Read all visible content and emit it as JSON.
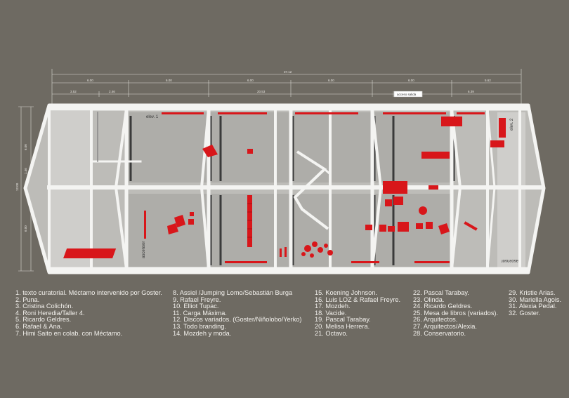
{
  "dimensions": {
    "total": "37.12",
    "top_row": [
      "6.00",
      "6.00",
      "6.00",
      "6.00",
      "6.00",
      "5.62"
    ],
    "second_row": [
      "3.52",
      "2.46",
      "20.53",
      "acceso salida",
      "6.39"
    ],
    "left": [
      "6.00",
      "1.46",
      "12.00",
      "6.00"
    ]
  },
  "plan_labels": {
    "elev1": "elev. 1",
    "elev2": "elev. 2",
    "ascensor_top": "ascensor",
    "ascensor_bottom": "ascensor"
  },
  "legend": {
    "col1": [
      "1. texto curatorial. Méctamo intervenido por Goster.",
      "2. Puna.",
      "3. Cristina Colichón.",
      "4. Roni Heredia/Taller 4.",
      "5. Ricardo Geldres.",
      "6. Rafael & Ana.",
      "7. Himi Saito en colab. con Méctamo."
    ],
    "col2": [
      "8. Assiel /Jumping Lomo/Sebastián Burga",
      "9. Rafael Freyre.",
      "10. Elliot Tupac.",
      "11. Carga Máxima.",
      "12. Discos variados. (Goster/Niñolobo/Yerko)",
      "13. Todo branding.",
      "14. Mozdeh y moda."
    ],
    "col3": [
      "15. Koening Johnson.",
      "16. Luis LOZ & Rafael Freyre.",
      "17. Mozdeh.",
      "18. Vacide.",
      "19. Pascal Tarabay.",
      "20. Melisa Herrera.",
      "21. Octavo."
    ],
    "col4": [
      "22. Pascal Tarabay.",
      "23. Olinda.",
      "24. Ricardo Geldres.",
      "25. Mesa de libros (variados).",
      "26. Arquitectos.",
      "27. Arquitectos/Alexia.",
      "28. Conservatorio."
    ],
    "col5": [
      "29. Kristie Arias.",
      "30. Mariella Agois.",
      "31. Alexia Pedal.",
      "32. Goster."
    ]
  },
  "colors": {
    "background": "#6e6a62",
    "floor": "#b9b8b5",
    "structure": "#f4f4f2",
    "exhibits": "#d8161a"
  }
}
